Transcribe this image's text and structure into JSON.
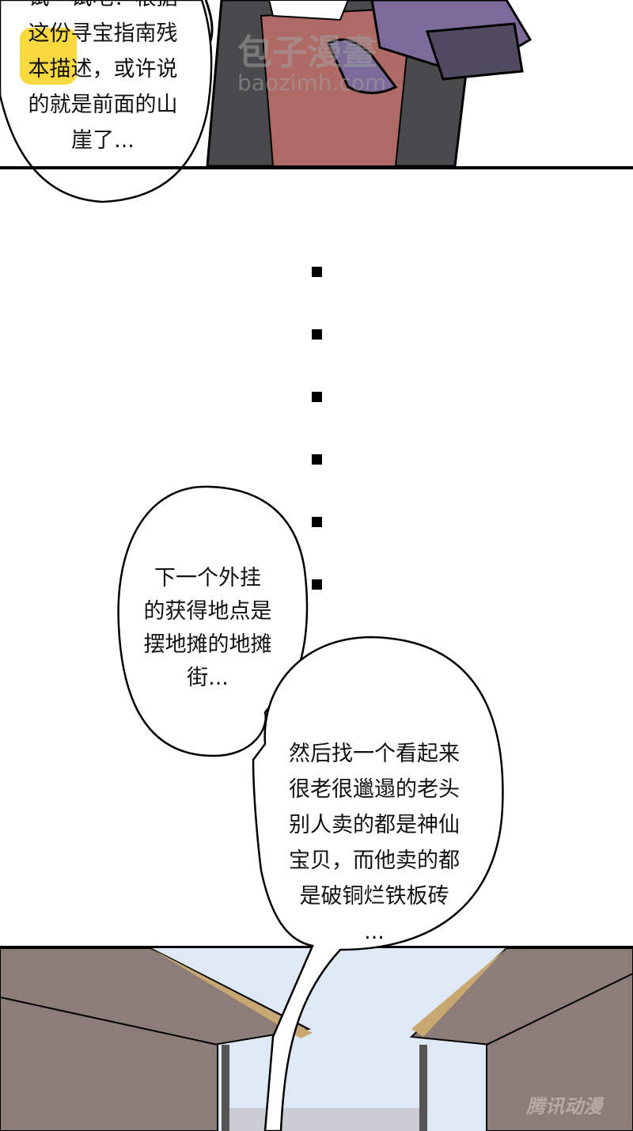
{
  "bubbles": {
    "top": {
      "lines": [
        "试一试吧！根据",
        "这份寻宝指南残",
        "本描述，或许说",
        "的就是前面的山",
        "崖了..."
      ]
    },
    "middle": {
      "lines": [
        "下一个外挂",
        "的获得地点是",
        "摆地摊的地摊",
        "街..."
      ]
    },
    "bottom": {
      "lines": [
        "然后找一个看起来",
        "很老很邋遢的老头",
        "别人卖的都是神仙",
        "宝贝，而他卖的都",
        "是破铜烂铁板砖",
        "..."
      ]
    }
  },
  "ellipsis_dots": 6,
  "watermarks": {
    "site_name": "包子漫畫",
    "site_url": "baozimh.com",
    "publisher": "腾讯动漫"
  },
  "colors": {
    "logo_yellow": "#f7d21e",
    "robe_purple": "#7b6a9a",
    "robe_red": "#b06a66",
    "robe_dark": "#4a4a4c",
    "wood": "#8c7d78",
    "sky": "#dfe9f5"
  }
}
